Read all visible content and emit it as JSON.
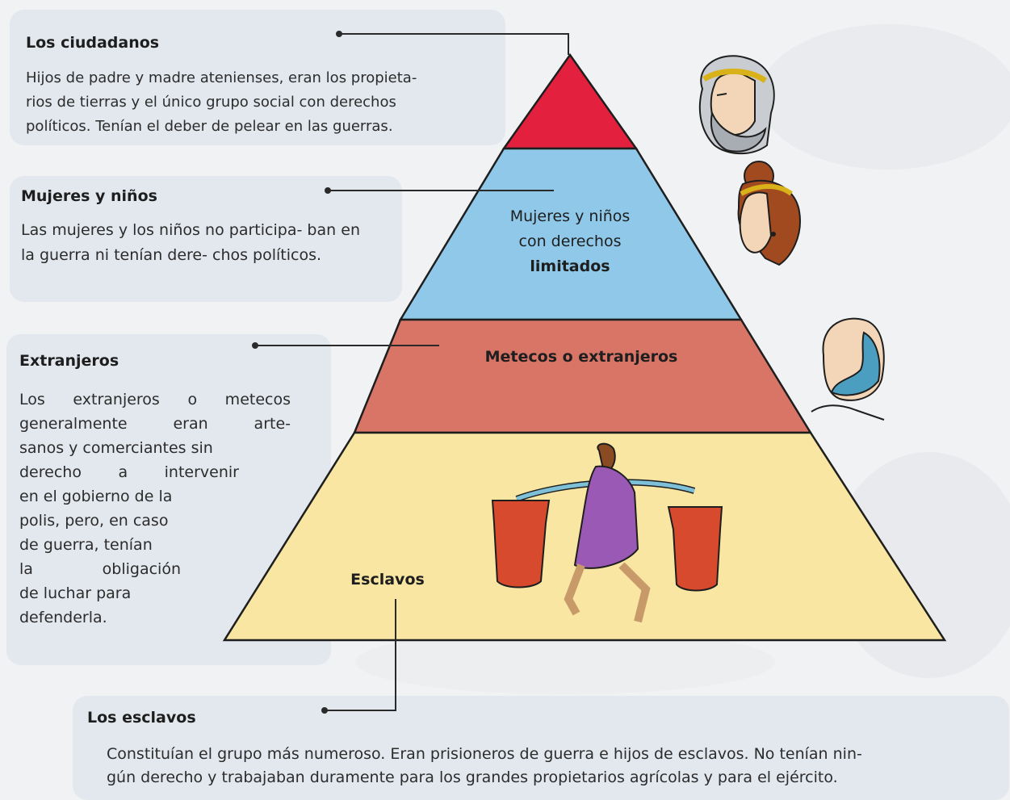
{
  "pyramid": {
    "level_top": {
      "color": "#e3213f"
    },
    "level_women": {
      "label_line1": "Mujeres y niños",
      "label_line2": "con derechos",
      "label_line3": "limitados",
      "color": "#8fc8e8"
    },
    "level_metecos": {
      "label": "Metecos o extranjeros",
      "color": "#d87566"
    },
    "level_slaves": {
      "label": "Esclavos",
      "color": "#f8e6a2"
    }
  },
  "cards": {
    "ciudadanos": {
      "title": "Los ciudadanos",
      "line1": "Hijos de padre y madre atenienses, eran los propieta-",
      "line2": "rios de tierras y el único grupo social con derechos",
      "line3": "políticos. Tenían el deber de pelear en las guerras."
    },
    "mujeres": {
      "title": "Mujeres y niños",
      "text": "Las mujeres y los niños no participa- ban en la guerra ni tenían dere- chos políticos."
    },
    "extranjeros": {
      "title": "Extranjeros",
      "lines": [
        "Los extranjeros o metecos",
        "generalmente eran arte-",
        "sanos y comerciantes sin",
        "derecho a intervenir",
        "en el gobierno de la",
        "polis, pero, en caso",
        "de guerra, tenían",
        "la obligación",
        "de luchar para",
        "defenderla."
      ]
    },
    "esclavos": {
      "title": "Los esclavos",
      "line1": "Constituían el grupo más numeroso. Eran prisioneros de guerra e hijos de esclavos. No tenían nin-",
      "line2": "gún derecho y trabajaban duramente para los grandes propietarios agrícolas y para el ejército."
    }
  }
}
